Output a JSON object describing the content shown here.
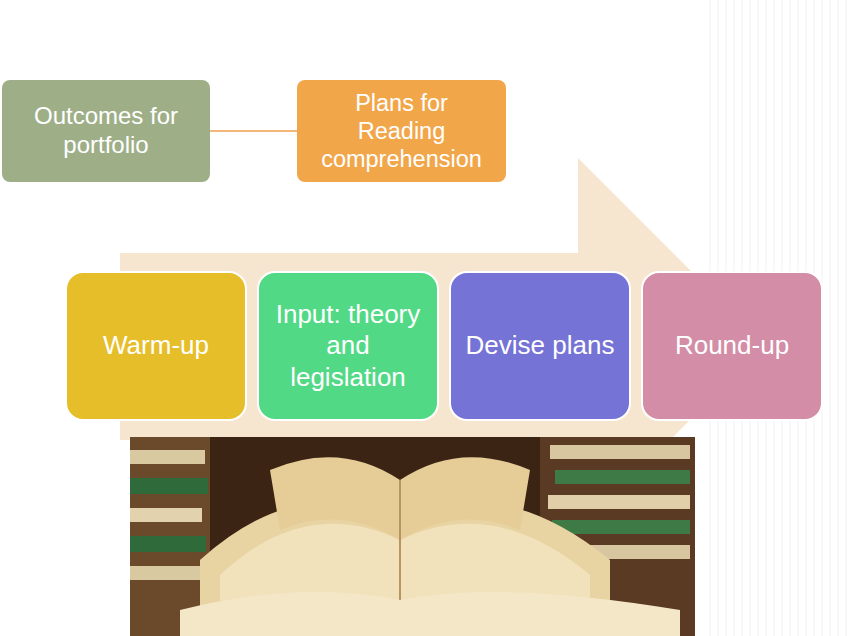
{
  "diagram": {
    "nodes": [
      {
        "text": [
          "Outcomes for portfolio"
        ]
      },
      {
        "text": [
          "Plans for Reading comprehension"
        ]
      },
      {
        "text": [
          "Warm-up"
        ]
      },
      {
        "text": [
          "Input: theory and legislation"
        ]
      },
      {
        "text": [
          "Devise plans"
        ]
      },
      {
        "text": [
          "Round-up"
        ]
      }
    ],
    "edges": [
      {
        "from": 0,
        "to": 1,
        "arrow": "none"
      }
    ]
  }
}
